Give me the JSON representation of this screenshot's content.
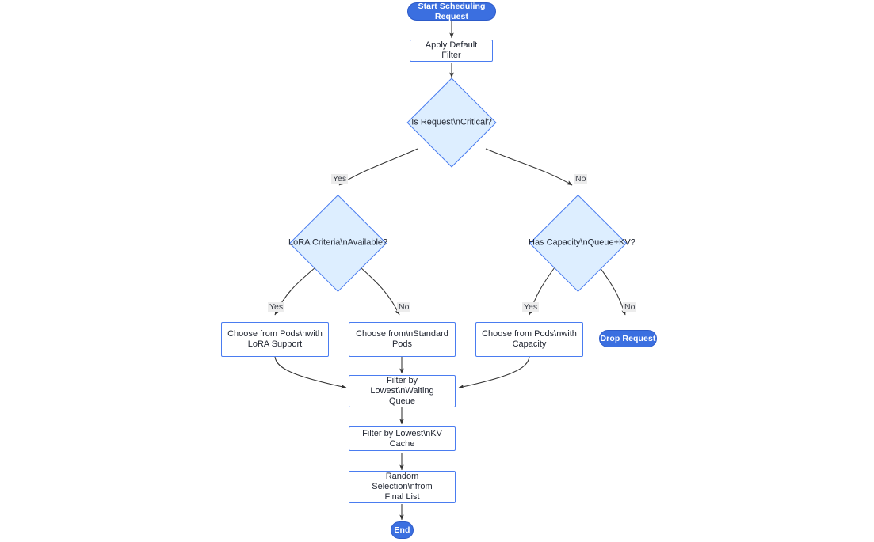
{
  "diagram": {
    "type": "flowchart",
    "direction": "top-down",
    "background_color": "#ffffff",
    "accent_color": "#4a7cf0",
    "terminal_fill": "#3b6fe0",
    "decision_fill": "#ddeeff",
    "process_fill": "#ffffff",
    "edge_color": "#333333",
    "edge_label_bg": "#ececec"
  },
  "nodes": {
    "start": {
      "label": "Start Scheduling Request",
      "shape": "stadium"
    },
    "apply_filter": {
      "label": "Apply Default Filter",
      "shape": "rect"
    },
    "is_critical": {
      "label": "Is Request\\nCritical?",
      "shape": "diamond"
    },
    "lora_criteria": {
      "label": "LoRA Criteria\\nAvailable?",
      "shape": "diamond"
    },
    "has_capacity": {
      "label": "Has Capacity\\nQueue+KV?",
      "shape": "diamond"
    },
    "pods_lora": {
      "line1": "Choose from Pods\\nwith",
      "line2": "LoRA Support",
      "shape": "rect"
    },
    "pods_standard": {
      "line1": "Choose from\\nStandard",
      "line2": "Pods",
      "shape": "rect"
    },
    "pods_capacity": {
      "line1": "Choose from Pods\\nwith",
      "line2": "Capacity",
      "shape": "rect"
    },
    "drop_request": {
      "label": "Drop Request",
      "shape": "stadium"
    },
    "filter_queue": {
      "line1": "Filter by Lowest\\nWaiting",
      "line2": "Queue",
      "shape": "rect"
    },
    "filter_kv": {
      "label": "Filter by Lowest\\nKV Cache",
      "shape": "rect"
    },
    "random_selection": {
      "line1": "Random Selection\\nfrom",
      "line2": "Final List",
      "shape": "rect"
    },
    "end": {
      "label": "End",
      "shape": "stadium"
    }
  },
  "edge_labels": {
    "critical_yes": "Yes",
    "critical_no": "No",
    "lora_yes": "Yes",
    "lora_no": "No",
    "capacity_yes": "Yes",
    "capacity_no": "No"
  }
}
